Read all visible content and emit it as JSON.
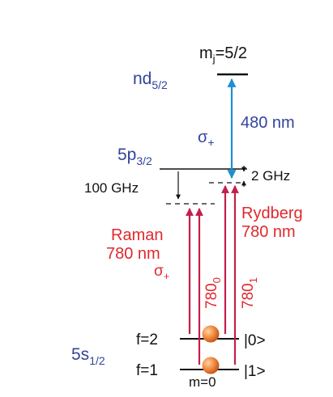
{
  "levels": {
    "rydberg_state": {
      "text": "nd",
      "sub": "5/2"
    },
    "rydberg_mj": {
      "text": "m",
      "sub": "j",
      "after": "=5/2"
    },
    "intermediate_state": {
      "text": "5p",
      "sub": "3/2"
    },
    "ground_state": {
      "text": "5s",
      "sub": "1/2"
    }
  },
  "hyperfine": {
    "f2": "f=2",
    "f1": "f=1",
    "m0": "m=0",
    "ket0": "|0>",
    "ket1": "|1>"
  },
  "detunings": {
    "raman": "100 GHz",
    "rydberg": "2 GHz"
  },
  "beams": {
    "blue": {
      "wavelength": "480 nm",
      "pol": "σ",
      "pol_sub": "+",
      "color": "#1e8fd0"
    },
    "raman": {
      "line1": "Raman",
      "line2": "780 nm",
      "pol": "σ",
      "pol_sub": "+",
      "color": "#e0282e"
    },
    "rydberg": {
      "line1": "Rydberg",
      "line2": "780 nm",
      "color": "#e0282e"
    },
    "beam_780_0": {
      "text": "780",
      "sub": "0"
    },
    "beam_780_1": {
      "text": "780",
      "sub": "1"
    }
  },
  "colors": {
    "level_line": "#111111",
    "arrow_red": "#c21f4a",
    "atom": "#f08a3c",
    "label_blue": "#33449a",
    "label_red": "#e0282e"
  }
}
